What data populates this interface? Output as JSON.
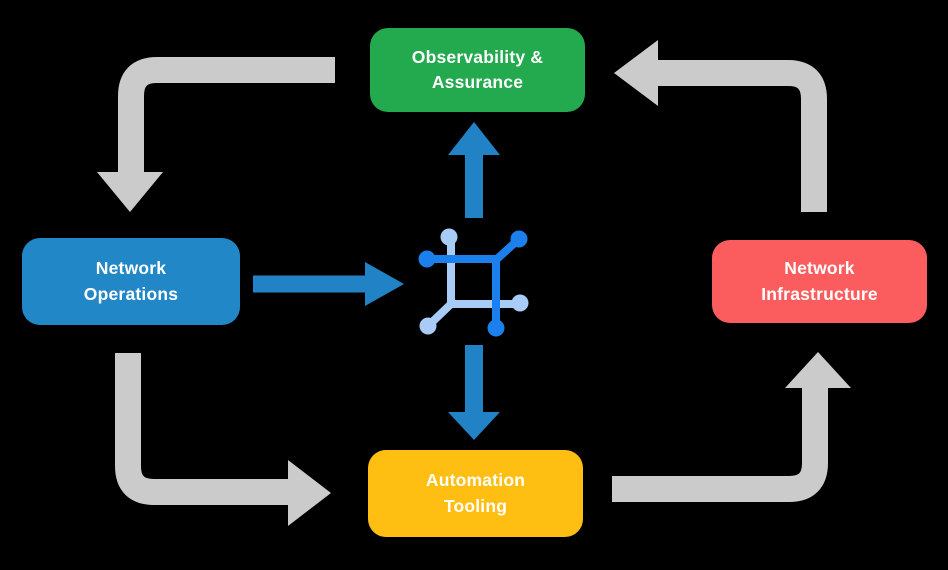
{
  "diagram": {
    "title": "network lifecycle flow diagram",
    "background_color": "#000000",
    "nodes": {
      "observability": {
        "label": "Observability &\nAssurance",
        "color": "#23A94E"
      },
      "operations": {
        "label": "Network\nOperations",
        "color": "#2287C6"
      },
      "infrastructure": {
        "label": "Network\nInfrastructure",
        "color": "#FB5D5F"
      },
      "automation": {
        "label": "Automation\nTooling",
        "color": "#FFBE11"
      }
    },
    "edges": [
      {
        "from": "observability",
        "to": "operations",
        "style": "gray-elbow"
      },
      {
        "from": "operations",
        "to": "automation",
        "style": "gray-elbow"
      },
      {
        "from": "automation",
        "to": "infrastructure",
        "style": "gray-elbow"
      },
      {
        "from": "infrastructure",
        "to": "observability",
        "style": "gray-elbow"
      },
      {
        "from": "operations",
        "to": "center-icon",
        "style": "blue-straight"
      },
      {
        "from": "center-icon",
        "to": "observability",
        "style": "blue-straight"
      },
      {
        "from": "center-icon",
        "to": "automation",
        "style": "blue-straight"
      }
    ],
    "arrow_colors": {
      "gray": "#CBCBCB",
      "blue": "#2183C5"
    },
    "center_icon": {
      "name": "network-automation-icon",
      "dark_color": "#1B80EC",
      "light_color": "#A8CCF5"
    }
  }
}
